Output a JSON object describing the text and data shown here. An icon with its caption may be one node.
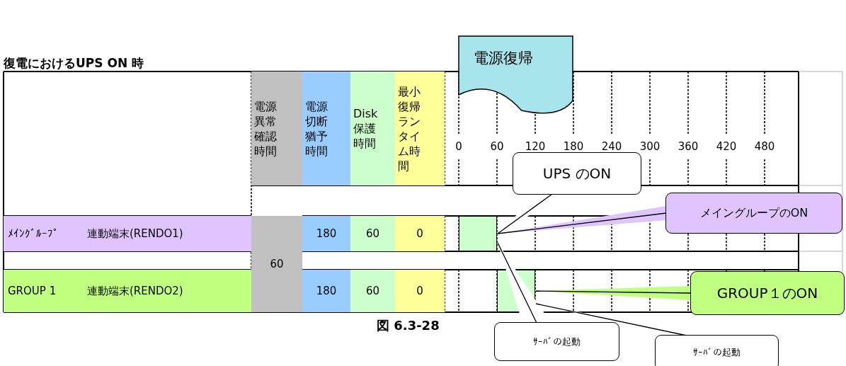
{
  "diagram": {
    "title": "復電におけるUPS ON 時",
    "caption": "図 6.3-28",
    "nodes": [
      {
        "text": [
          "電源復帰"
        ]
      },
      {
        "text": [
          "UPS のON"
        ]
      },
      {
        "text": [
          "メイングループのON"
        ]
      },
      {
        "text": [
          "GROUP１のON"
        ]
      },
      {
        "text": [
          "ｻｰﾊﾞの起動"
        ]
      },
      {
        "text": [
          "ｻｰﾊﾞの起動"
        ]
      },
      {
        "text": [],
        "shape": "bar"
      },
      {
        "text": [],
        "shape": "bar"
      }
    ],
    "edges": [
      {
        "from": 1,
        "to": 6,
        "arrow": "none"
      },
      {
        "from": 2,
        "to": 6,
        "arrow": "none"
      },
      {
        "from": 4,
        "to": 6,
        "arrow": "none"
      },
      {
        "from": 3,
        "to": 7,
        "arrow": "none"
      },
      {
        "from": 5,
        "to": 7,
        "arrow": "none"
      }
    ],
    "labels": [
      "電源異常確認時間",
      "電源切断猶予時間",
      "Disk保護時間",
      "最小復帰ランタイム時間",
      "0",
      "60",
      "120",
      "180",
      "240",
      "300",
      "360",
      "420",
      "480",
      "ﾒｲﾝｸﾞﾙｰﾌﾟ",
      "連動端末(RENDO1)",
      "60",
      "180",
      "60",
      "0",
      "GROUP 1",
      "連動端末(RENDO2)",
      "180",
      "60",
      "0"
    ]
  }
}
